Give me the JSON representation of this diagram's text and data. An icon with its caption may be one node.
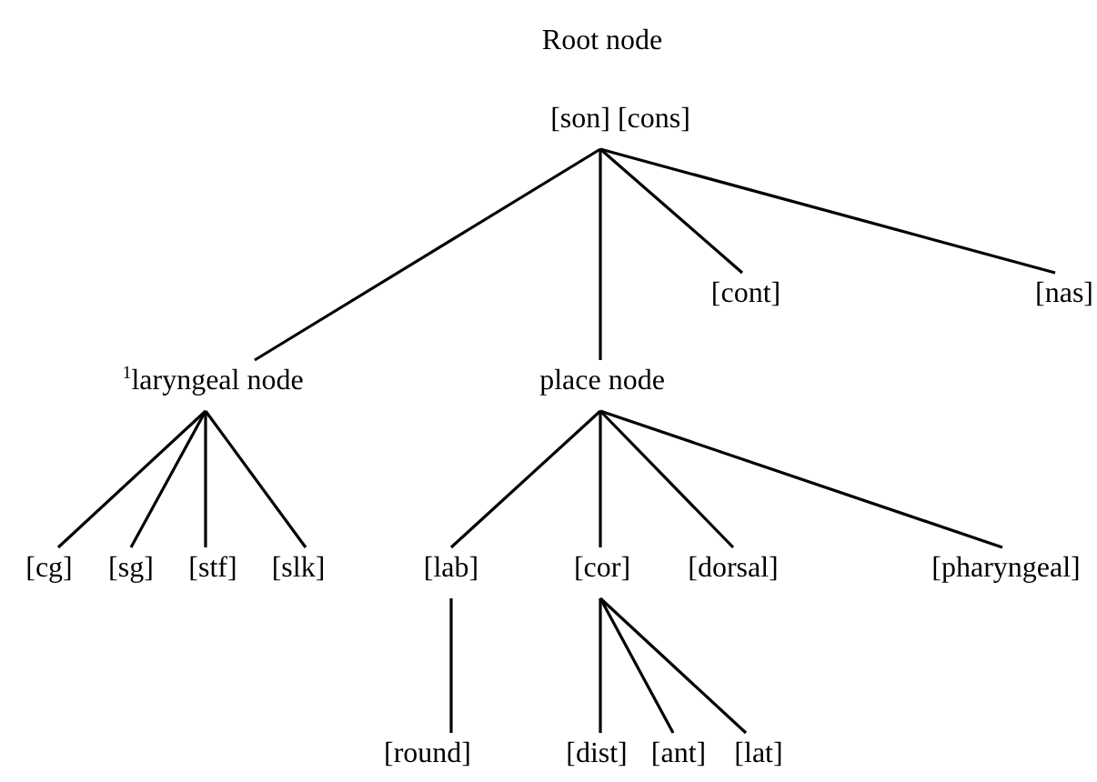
{
  "diagram": {
    "nodes": [
      {
        "text": [
          "[son] [cons]"
        ],
        "beside": [
          "Root node"
        ]
      },
      {
        "text": [
          "[cont]"
        ]
      },
      {
        "text": [
          "[nas]"
        ]
      },
      {
        "text": [
          "$^{1}$laryngeal node"
        ]
      },
      {
        "text": [
          "place node"
        ]
      },
      {
        "text": [
          "[cg]"
        ]
      },
      {
        "text": [
          "[sg]"
        ]
      },
      {
        "text": [
          "[stf]"
        ]
      },
      {
        "text": [
          "[slk]"
        ]
      },
      {
        "text": [
          "[lab]"
        ]
      },
      {
        "text": [
          "[cor]"
        ]
      },
      {
        "text": [
          "[dorsal]"
        ]
      },
      {
        "text": [
          "[pharyngeal]"
        ]
      },
      {
        "text": [
          "[round]"
        ]
      },
      {
        "text": [
          "[dist]"
        ]
      },
      {
        "text": [
          "[ant]"
        ]
      },
      {
        "text": [
          "[lat]"
        ]
      }
    ],
    "edges": [
      {
        "from": 0,
        "to": 3,
        "arrow": "none"
      },
      {
        "from": 0,
        "to": 4,
        "arrow": "none"
      },
      {
        "from": 0,
        "to": 1,
        "arrow": "none"
      },
      {
        "from": 0,
        "to": 2,
        "arrow": "none"
      },
      {
        "from": 3,
        "to": 5,
        "arrow": "none"
      },
      {
        "from": 3,
        "to": 6,
        "arrow": "none"
      },
      {
        "from": 3,
        "to": 7,
        "arrow": "none"
      },
      {
        "from": 3,
        "to": 8,
        "arrow": "none"
      },
      {
        "from": 4,
        "to": 9,
        "arrow": "none"
      },
      {
        "from": 4,
        "to": 10,
        "arrow": "none"
      },
      {
        "from": 4,
        "to": 11,
        "arrow": "none"
      },
      {
        "from": 4,
        "to": 12,
        "arrow": "none"
      },
      {
        "from": 9,
        "to": 13,
        "arrow": "none"
      },
      {
        "from": 10,
        "to": 14,
        "arrow": "none"
      },
      {
        "from": 10,
        "to": 15,
        "arrow": "none"
      },
      {
        "from": 10,
        "to": 16,
        "arrow": "none"
      }
    ]
  }
}
